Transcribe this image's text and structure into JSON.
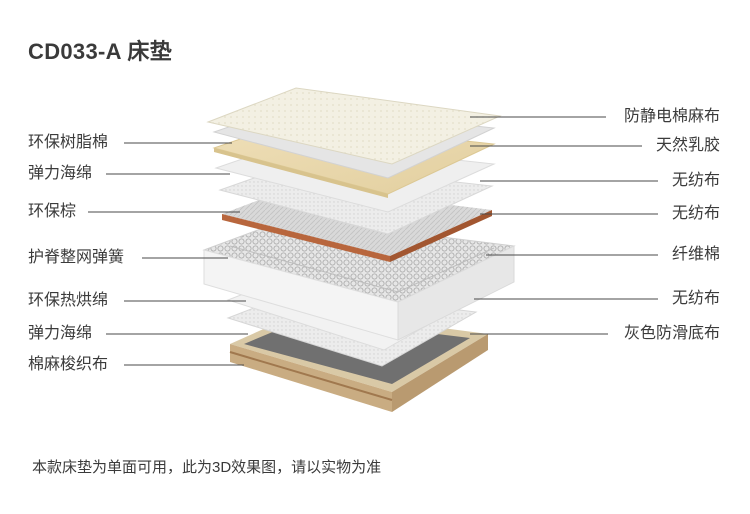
{
  "title": "CD033-A 床垫",
  "left_labels": [
    "环保树脂棉",
    "弹力海绵",
    "环保棕",
    "护脊整网弹簧",
    "环保热烘绵",
    "弹力海绵",
    "棉麻梭织布"
  ],
  "right_labels": [
    "防静电棉麻布",
    "天然乳胶",
    "无纺布",
    "无纺布",
    "纤维棉",
    "无纺布",
    "灰色防滑底布"
  ],
  "footer_note": "本款床垫为单面可用，此为3D效果图，请以实物为准",
  "colors": {
    "fabric_top": "#f2efe1",
    "latex": "#ead9b0",
    "brown_edge": "#b8663d",
    "base_border": "#c9b08a",
    "base_grey": "#6f6f6f"
  }
}
